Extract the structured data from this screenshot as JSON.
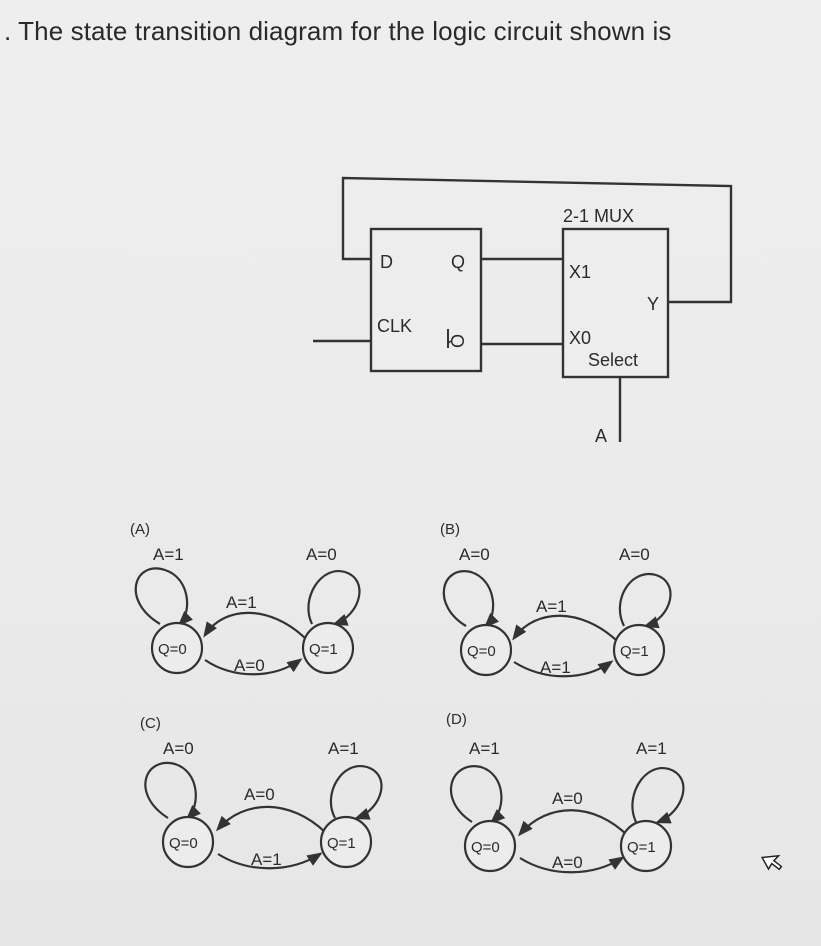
{
  "question": ". The state transition diagram for the logic circuit shown is",
  "circuit": {
    "ff_d": "D",
    "ff_q": "Q",
    "ff_clk": "CLK",
    "ff_qbar": "Q",
    "mux_title": "2-1 MUX",
    "mux_x1": "X1",
    "mux_x0": "X0",
    "mux_y": "Y",
    "mux_select": "Select",
    "select_input": "A"
  },
  "options": [
    {
      "label": "(A)",
      "loop_left": "A=1",
      "loop_right": "A=0",
      "arc_top": "A=1",
      "arc_bottom": "A=0",
      "state_left": "Q=0",
      "state_right": "Q=1"
    },
    {
      "label": "(B)",
      "loop_left": "A=0",
      "loop_right": "A=0",
      "arc_top": "A=1",
      "arc_bottom": "A=1",
      "state_left": "Q=0",
      "state_right": "Q=1"
    },
    {
      "label": "(C)",
      "loop_left": "A=0",
      "loop_right": "A=1",
      "arc_top": "A=0",
      "arc_bottom": "A=1",
      "state_left": "Q=0",
      "state_right": "Q=1"
    },
    {
      "label": "(D)",
      "loop_left": "A=1",
      "loop_right": "A=1",
      "arc_top": "A=0",
      "arc_bottom": "A=0",
      "state_left": "Q=0",
      "state_right": "Q=1"
    }
  ]
}
